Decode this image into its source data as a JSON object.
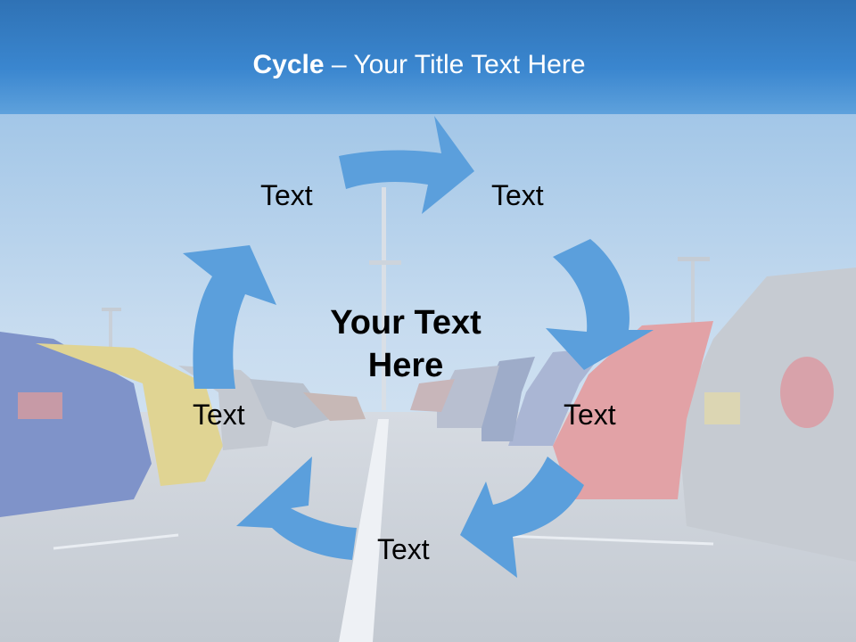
{
  "slide": {
    "title_bold": "Cycle",
    "title_rest": " – Your Title Text Here",
    "center_text_line1": "Your Text",
    "center_text_line2": "Here",
    "labels": [
      "Text",
      "Text",
      "Text",
      "Text",
      "Text"
    ]
  },
  "colors": {
    "title_bar": "#3a86cf",
    "arrow": "#5b9fdc",
    "sky_light": "#dfe9f4",
    "asphalt": "#c9ced6"
  },
  "icons": [
    "cycle-arrow-icon"
  ]
}
